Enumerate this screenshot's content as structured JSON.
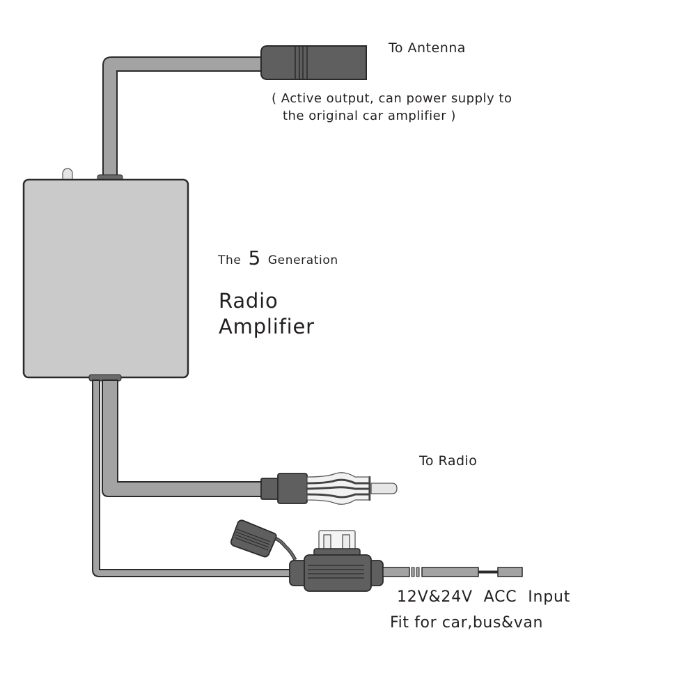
{
  "diagram": {
    "labels": {
      "to_antenna": "To Antenna",
      "antenna_note_line1": "( Active output, can power supply to",
      "antenna_note_line2": "the original car amplifier )",
      "generation_prefix": "The",
      "generation_number": "5",
      "generation_suffix": "Generation",
      "title_line1": "Radio",
      "title_line2": "Amplifier",
      "to_radio": "To Radio",
      "power_input": "12V&24V  ACC   Input",
      "fit_for": "Fit for car,bus&van"
    },
    "components": [
      {
        "id": "amplifier-box",
        "name": "Radio Amplifier"
      },
      {
        "id": "antenna-connector",
        "name": "Antenna output connector"
      },
      {
        "id": "radio-plug",
        "name": "Radio plug (Motorola)"
      },
      {
        "id": "fuse-holder",
        "name": "Inline fuse holder"
      },
      {
        "id": "power-wire",
        "name": "ACC power wire"
      }
    ],
    "colors": {
      "cable": "#a3a3a3",
      "connector": "#5f5f5f",
      "box": "#c9cac9",
      "outline": "#2a2a2a",
      "text": "#231f20"
    }
  }
}
